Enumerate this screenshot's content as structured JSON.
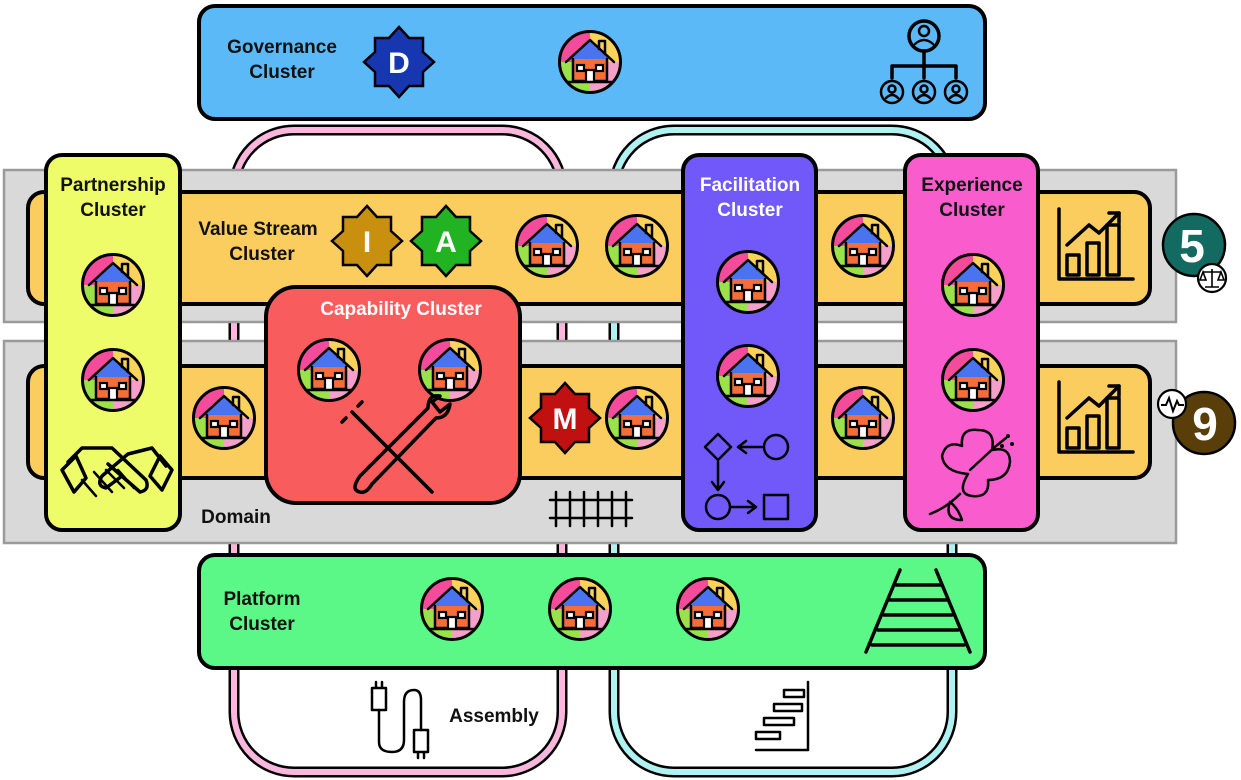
{
  "clusters": {
    "governance": {
      "line1": "Governance",
      "line2": "Cluster",
      "color": "#5bb9f8"
    },
    "partnership": {
      "line1": "Partnership",
      "line2": "Cluster",
      "color": "#eefc6a"
    },
    "value_stream": {
      "line1": "Value Stream",
      "line2": "Cluster",
      "color": "#fbcc5e"
    },
    "capability": {
      "line1": "Capability Cluster",
      "color": "#f85c5c"
    },
    "facilitation": {
      "line1": "Facilitation",
      "line2": "Cluster",
      "color": "#7158f8"
    },
    "experience": {
      "line1": "Experience",
      "line2": "Cluster",
      "color": "#f85ccd"
    },
    "platform": {
      "line1": "Platform",
      "line2": "Cluster",
      "color": "#5cf887"
    }
  },
  "domain": {
    "label": "Domain",
    "color": "#d9d9d9"
  },
  "assembly": {
    "label": "Assembly"
  },
  "badges": {
    "d": {
      "letter": "D",
      "color": "#1737b0"
    },
    "i": {
      "letter": "I",
      "color": "#c8900e"
    },
    "a": {
      "letter": "A",
      "color": "#22b322"
    },
    "m": {
      "letter": "M",
      "color": "#c01010"
    }
  },
  "circles": {
    "five": {
      "number": "5",
      "color": "#126a60"
    },
    "nine": {
      "number": "9",
      "color": "#5a3e0a"
    }
  },
  "loops": {
    "left_color": "#f9b7dd",
    "right_color": "#b0f1f1"
  },
  "icons": {
    "house": "house-icon",
    "org": "org-chart-icon",
    "handshake": "handshake-icon",
    "tools": "tools-icon",
    "flow": "flowchart-icon",
    "flower": "hibiscus-icon",
    "chart": "growth-chart-icon",
    "fence": "fence-icon",
    "rails": "railway-track-icon",
    "cable": "usb-cable-icon",
    "stairs": "staircase-chart-icon",
    "scale": "scale-icon",
    "pulse": "heartbeat-icon"
  }
}
